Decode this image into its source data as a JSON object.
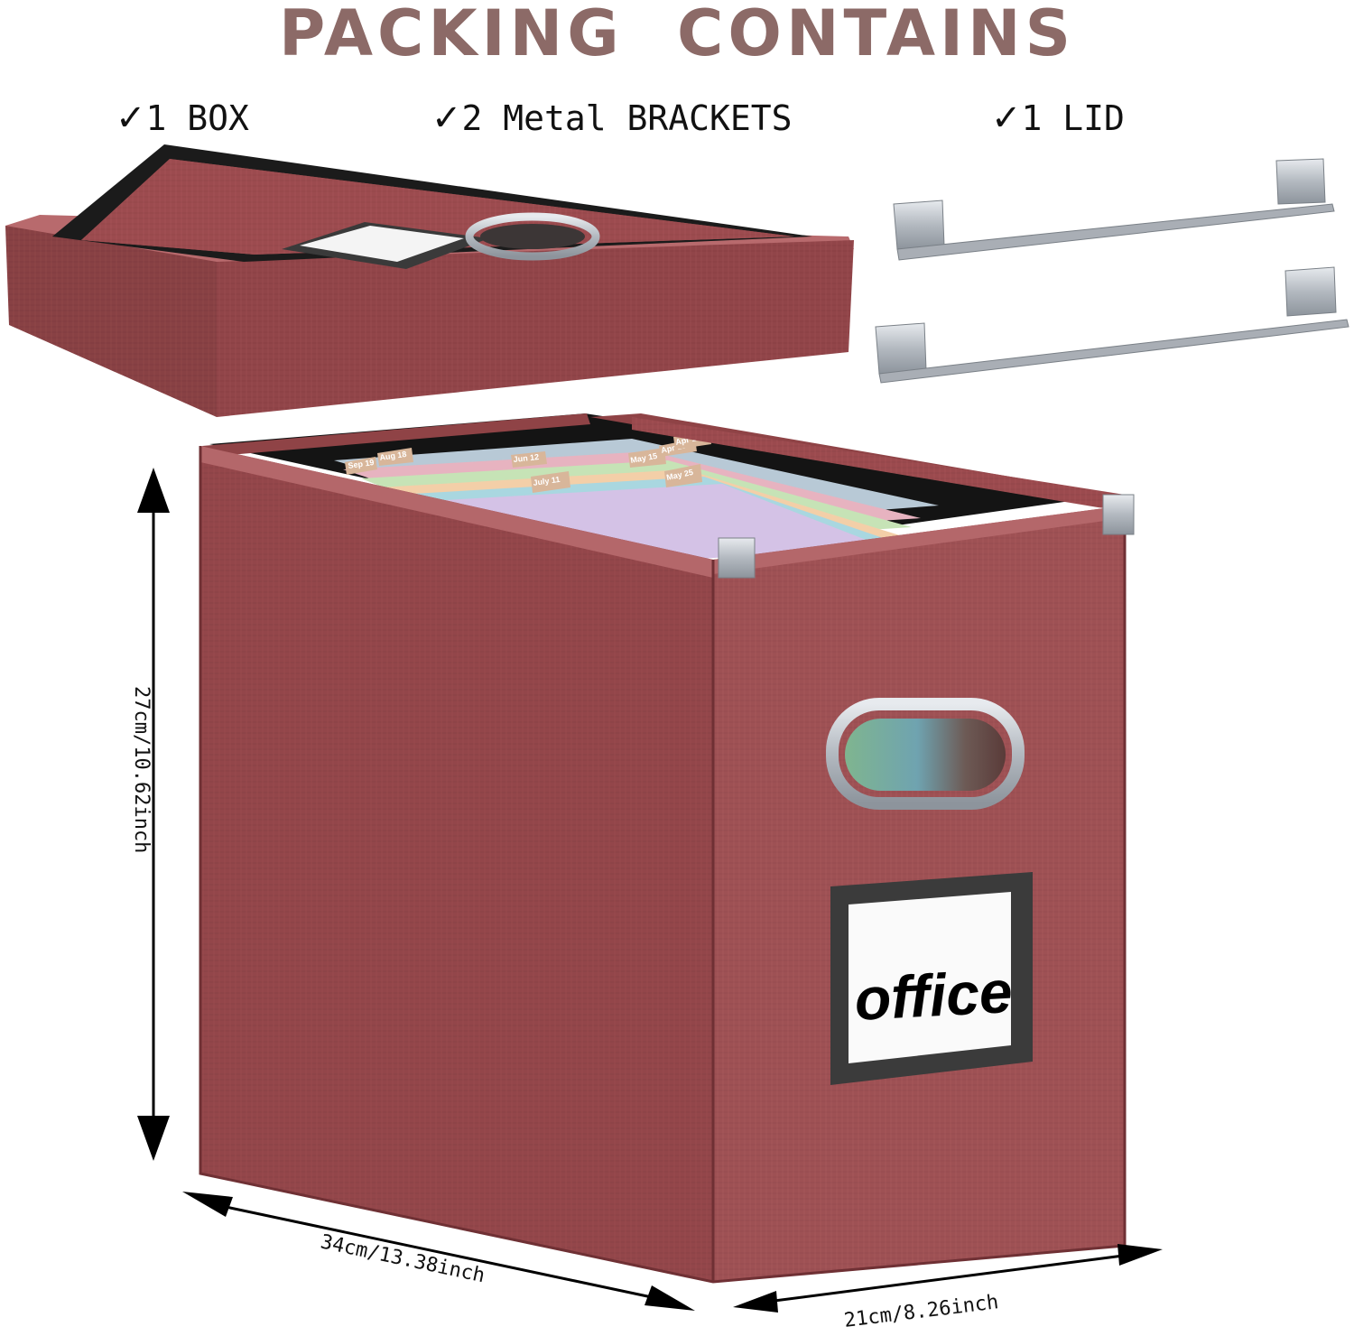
{
  "title": "PACKING CONTAINS",
  "contents": [
    {
      "check_icon": "check-icon",
      "label": "1 BOX"
    },
    {
      "check_icon": "check-icon",
      "label": "2 Metal BRACKETS"
    },
    {
      "check_icon": "check-icon",
      "label": "1 LID"
    }
  ],
  "dimensions": {
    "height": "27cm/10.62inch",
    "length": "34cm/13.38inch",
    "width": "21cm/8.26inch"
  },
  "box_label": "office",
  "folder_tabs": [
    "Sep 19",
    "Aug 18",
    "Jun 12",
    "July 11",
    "May 15",
    "Apr 15",
    "Apr 10",
    "May 25"
  ],
  "colors": {
    "box": "#9b4a4e",
    "box_dark": "#7d3a3e",
    "title": "#8c6a67",
    "metal": "#b7bcc2"
  }
}
